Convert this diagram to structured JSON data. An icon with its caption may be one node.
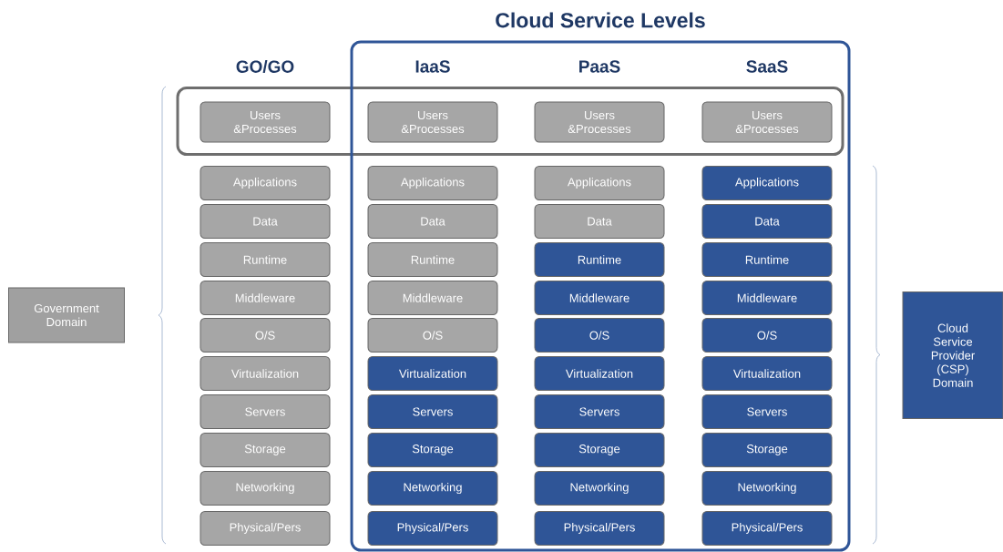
{
  "diagram": {
    "nodes": [
      {
        "text": [
          "Cloud Service Levels"
        ]
      },
      {
        "text": [],
        "shape": "box"
      },
      {
        "text": [
          "Users &Processes"
        ],
        "in": 1
      },
      {
        "text": [
          "Users &Processes"
        ]
      },
      {
        "text": [
          "Users &Processes"
        ]
      },
      {
        "text": [
          "Users &Processes"
        ]
      },
      {
        "text": [
          "Government Domain"
        ]
      },
      {
        "text": [
          "Cloud Service Provider (CSP) Domain"
        ]
      },
      {
        "text": [
          "Applications"
        ]
      },
      {
        "text": [
          "Applications"
        ],
        "in": 0
      },
      {
        "text": [
          "Applications"
        ],
        "in": 0
      },
      {
        "text": [
          "Applications"
        ],
        "in": 0
      },
      {
        "text": [
          "Data"
        ]
      },
      {
        "text": [
          "Data"
        ],
        "in": 0
      },
      {
        "text": [
          "Data"
        ],
        "in": 0
      },
      {
        "text": [
          "Data"
        ],
        "in": 0
      },
      {
        "text": [
          "Runtime"
        ]
      },
      {
        "text": [
          "Runtime"
        ],
        "in": 0
      },
      {
        "text": [
          "Runtime"
        ],
        "in": 0
      },
      {
        "text": [
          "Runtime"
        ],
        "in": 0
      },
      {
        "text": [
          "Middleware"
        ]
      },
      {
        "text": [
          "Middleware"
        ],
        "in": 0
      },
      {
        "text": [
          "Middleware"
        ],
        "in": 0
      },
      {
        "text": [
          "Middleware"
        ],
        "in": 0
      },
      {
        "text": [
          "O/S"
        ]
      },
      {
        "text": [
          "O/S"
        ],
        "in": 0
      },
      {
        "text": [
          "O/S"
        ],
        "in": 0
      },
      {
        "text": [
          "O/S"
        ],
        "in": 0
      },
      {
        "text": [
          "Virtualization"
        ]
      },
      {
        "text": [
          "Virtualization"
        ],
        "in": 0
      },
      {
        "text": [
          "Virtualization"
        ],
        "in": 0
      },
      {
        "text": [
          "Virtualization"
        ],
        "in": 0
      },
      {
        "text": [
          "Servers"
        ]
      },
      {
        "text": [
          "Servers"
        ],
        "in": 0
      },
      {
        "text": [
          "Servers"
        ],
        "in": 0
      },
      {
        "text": [
          "Servers"
        ],
        "in": 0
      },
      {
        "text": [
          "Storage"
        ]
      },
      {
        "text": [
          "Storage"
        ],
        "in": 0
      },
      {
        "text": [
          "Storage"
        ],
        "in": 0
      },
      {
        "text": [
          "Storage"
        ],
        "in": 0
      },
      {
        "text": [
          "Networking"
        ]
      },
      {
        "text": [
          "Networking"
        ],
        "in": 0
      },
      {
        "text": [
          "Networking"
        ],
        "in": 0
      },
      {
        "text": [
          "Networking"
        ],
        "in": 0
      },
      {
        "text": [
          "Physical/Pers"
        ]
      },
      {
        "text": [
          "Physical/Pers"
        ],
        "in": 0
      },
      {
        "text": [
          "Physical/Pers"
        ],
        "in": 0
      },
      {
        "text": [
          "Physical/Pers"
        ],
        "in": 0
      }
    ],
    "labels": [
      "GO/GO",
      "IaaS",
      "PaaS",
      "SaaS"
    ]
  }
}
